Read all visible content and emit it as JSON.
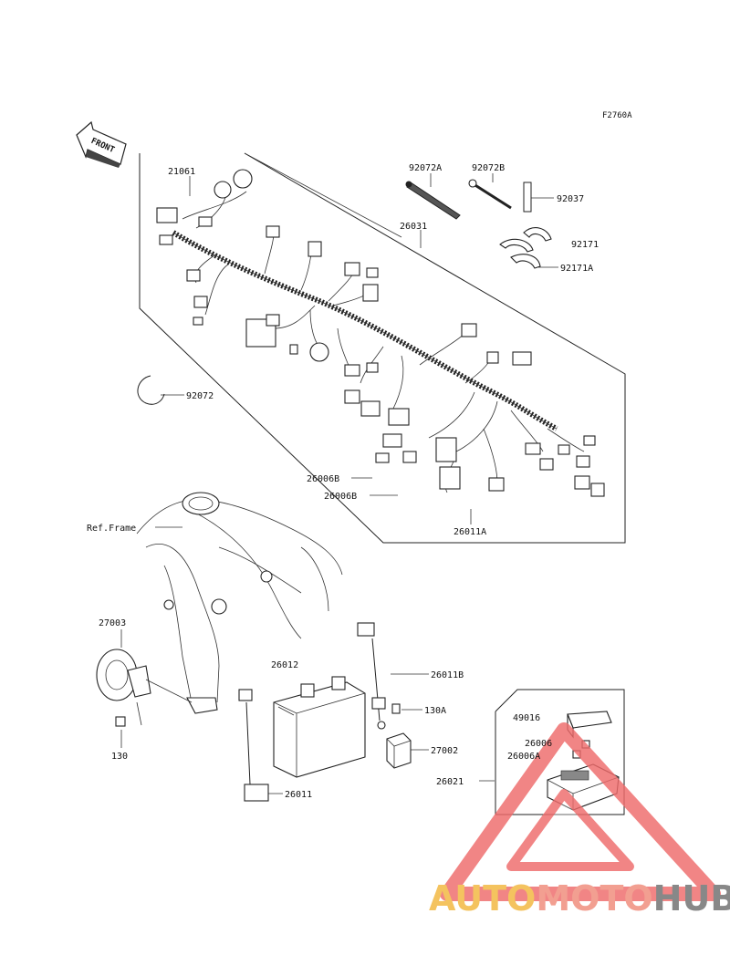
{
  "diagram": {
    "ref_code": "F2760A",
    "front_label": "FRONT",
    "labels": {
      "p21061": "21061",
      "p92072A": "92072A",
      "p92072B": "92072B",
      "p92037": "92037",
      "p26031": "26031",
      "p92171": "92171",
      "p92171A": "92171A",
      "p92072": "92072",
      "p26006B_1": "26006B",
      "p26006B_2": "26006B",
      "p26011A": "26011A",
      "ref_frame": "Ref.Frame",
      "p27003": "27003",
      "p130": "130",
      "p26012": "26012",
      "p26011B": "26011B",
      "p130A": "130A",
      "p27002": "27002",
      "p26011": "26011",
      "p49016": "49016",
      "p26006": "26006",
      "p26006A": "26006A",
      "p26021": "26021"
    }
  },
  "watermark": {
    "part1": "AUTO",
    "part2": "MOTO",
    "part3": "HUB",
    "color1": "#f2b63c",
    "color2": "#f08a7a",
    "color3": "#6e6e6e",
    "triangle_color": "#ef6b6b"
  }
}
